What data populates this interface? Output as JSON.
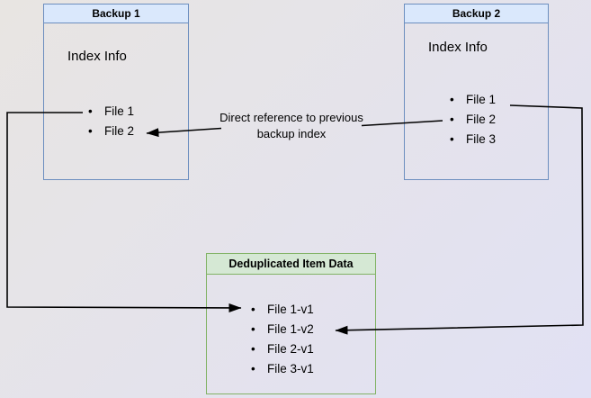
{
  "colors": {
    "bg_start": "#e8e5e2",
    "bg_end": "#e1e1f4",
    "blue_fill": "#dae8fc",
    "blue_border": "#6c8ebf",
    "green_fill": "#d5e8d4",
    "green_border": "#82b366",
    "line": "#000000",
    "text": "#000000"
  },
  "diagram": {
    "backup1": {
      "title": "Backup 1",
      "section": "Index Info",
      "files": [
        "File 1",
        "File 2"
      ]
    },
    "backup2": {
      "title": "Backup 2",
      "section": "Index Info",
      "files": [
        "File 1",
        "File 2",
        "File 3"
      ]
    },
    "dedup": {
      "title": "Deduplicated Item Data",
      "items": [
        "File 1-v1",
        "File 1-v2",
        "File 2-v1",
        "File 3-v1"
      ]
    },
    "arrow_label": "Direct reference to previous backup index"
  }
}
